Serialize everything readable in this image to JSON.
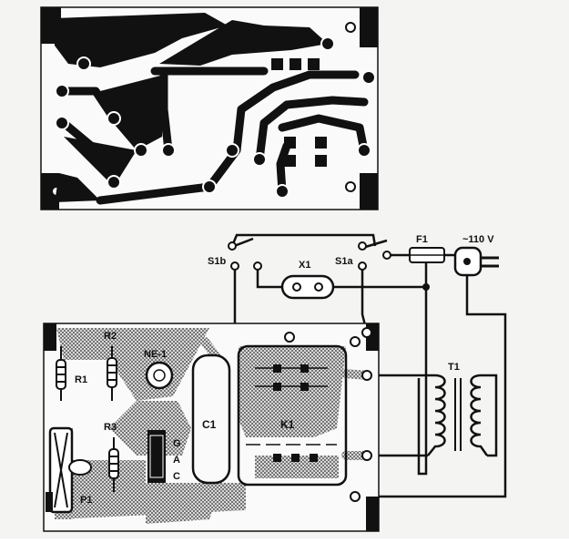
{
  "labels": {
    "s1b": "S1b",
    "s1a": "S1a",
    "x1": "X1",
    "f1": "F1",
    "mains": "~110 V",
    "t1": "T1",
    "ne1": "NE-1",
    "r1": "R1",
    "r2": "R2",
    "r3": "R3",
    "c1": "C1",
    "k1": "K1",
    "p1": "P1",
    "pin_g": "G",
    "pin_a": "A",
    "pin_c": "C"
  },
  "colors": {
    "ink": "#111111",
    "paper": "#f4f4f2",
    "overlay": "#9a9a9a"
  }
}
